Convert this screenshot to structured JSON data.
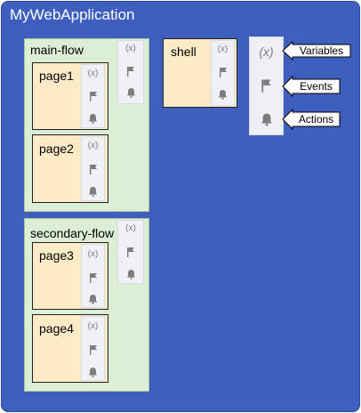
{
  "app": {
    "title": "MyWebApplication"
  },
  "flows": [
    {
      "title": "main-flow",
      "pages": [
        "page1",
        "page2"
      ]
    },
    {
      "title": "secondary-flow",
      "pages": [
        "page3",
        "page4"
      ]
    }
  ],
  "shell": {
    "title": "shell"
  },
  "icons": {
    "variables": "(x)",
    "events": "flag-icon",
    "actions": "bell-icon"
  },
  "legend": {
    "variables": "Variables",
    "events": "Events",
    "actions": "Actions"
  }
}
